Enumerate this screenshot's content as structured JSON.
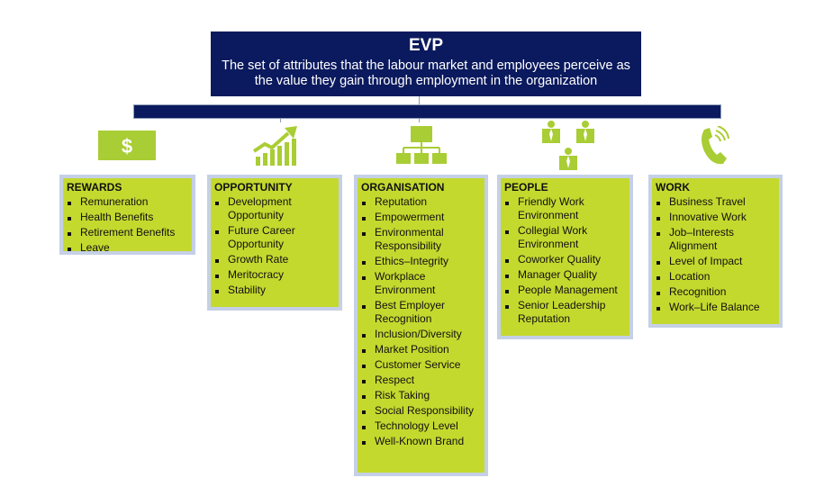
{
  "header": {
    "title": "EVP",
    "subtitle": "The set of attributes that the labour market and employees perceive as the value they gain through employment in the organization"
  },
  "colors": {
    "navy": "#0b1a5e",
    "lime": "#c4d92e",
    "card_border": "#c5d0e6",
    "icon_green": "#a9cd34"
  },
  "categories": [
    {
      "title": "REWARDS",
      "icon": "dollar-icon",
      "items": [
        "Remuneration",
        "Health Benefits",
        "Retirement Benefits",
        "Leave"
      ]
    },
    {
      "title": "OPPORTUNITY",
      "icon": "growth-chart-icon",
      "items": [
        "Development Opportunity",
        "Future Career Opportunity",
        "Growth Rate",
        "Meritocracy",
        "Stability"
      ]
    },
    {
      "title": "ORGANISATION",
      "icon": "org-chart-icon",
      "items": [
        "Reputation",
        "Empowerment",
        "Environmental Responsibility",
        "Ethics–Integrity",
        "Workplace Environment",
        "Best Employer Recognition",
        "Inclusion/Diversity",
        "Market Position",
        "Customer Service",
        "Respect",
        "Risk Taking",
        "Social Responsibility",
        "Technology Level",
        "Well-Known Brand"
      ]
    },
    {
      "title": "PEOPLE",
      "icon": "people-icon",
      "items": [
        "Friendly Work Environment",
        "Collegial Work Environment",
        "Coworker Quality",
        "Manager Quality",
        "People Management",
        "Senior Leadership Reputation"
      ]
    },
    {
      "title": "WORK",
      "icon": "phone-icon",
      "items": [
        "Business Travel",
        "Innovative Work",
        "Job–Interests Alignment",
        "Level of Impact",
        "Location",
        "Recognition",
        "Work–Life Balance"
      ]
    }
  ]
}
